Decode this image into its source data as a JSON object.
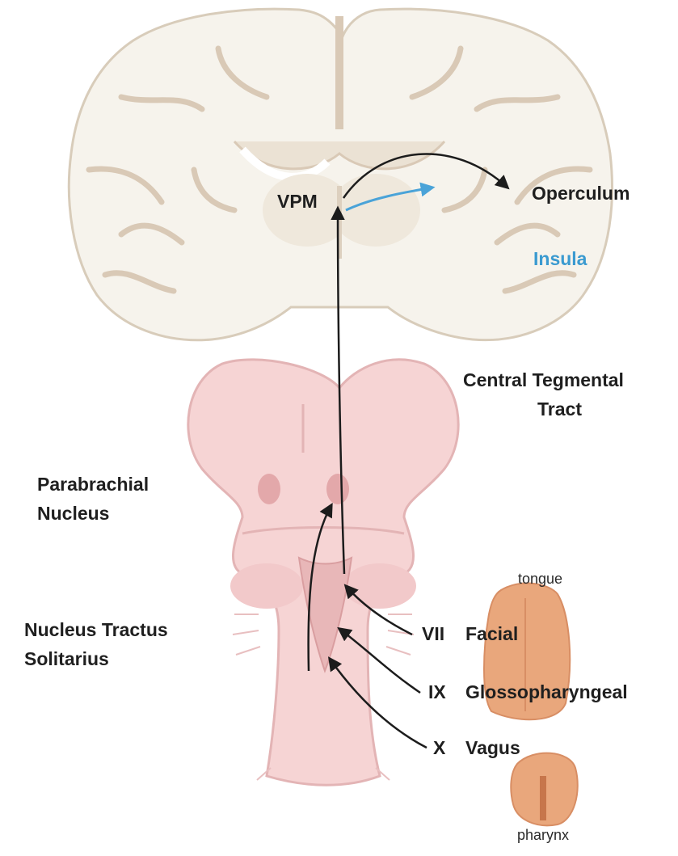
{
  "labels": {
    "vpm": "VPM",
    "operculum": "Operculum",
    "insula": "Insula",
    "central_tegmental_line1": "Central Tegmental",
    "central_tegmental_line2": "Tract",
    "parabrachial_line1": "Parabrachial",
    "parabrachial_line2": "Nucleus",
    "nts_line1": "Nucleus Tractus",
    "nts_line2": "Solitarius",
    "tongue": "tongue",
    "pharynx": "pharynx",
    "nerve_vii_numeral": "VII",
    "nerve_vii_name": "Facial",
    "nerve_ix_numeral": "IX",
    "nerve_ix_name": "Glossopharyngeal",
    "nerve_x_numeral": "X",
    "nerve_x_name": "Vagus"
  },
  "colors": {
    "brain_fill": "#f6f3ec",
    "brain_sulci": "#d9c9b6",
    "brainstem_fill": "#f6d4d4",
    "brainstem_shadow": "#e8b7b8",
    "nucleus": "#e3a8aa",
    "tongue": "#e9a77c",
    "arrow": "#1c1c1c",
    "insula_arrow": "#4aa3d8"
  }
}
